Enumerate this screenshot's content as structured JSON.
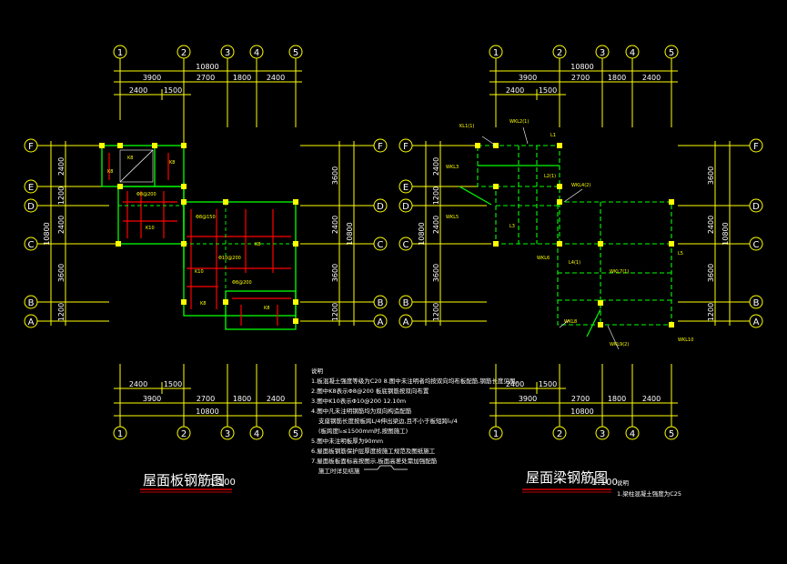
{
  "colors": {
    "background": "#000000",
    "grid": "#ffff00",
    "wall": "#00ff00",
    "rebar": "#ff0000",
    "text": "#ffffff",
    "title_underline": "#ff0000"
  },
  "left": {
    "title": "屋面板钢筋图",
    "scale": "1:100",
    "top_axes": [
      "1",
      "2",
      "3",
      "4",
      "5"
    ],
    "bottom_axes": [
      "1",
      "2",
      "3",
      "4",
      "5"
    ],
    "left_axes": [
      "F",
      "E",
      "D",
      "C",
      "B",
      "A"
    ],
    "right_axes": [
      "F",
      "D",
      "C",
      "B",
      "A"
    ],
    "dim_total": "10800",
    "dim_main": [
      "3900",
      "2700",
      "1800",
      "2400"
    ],
    "dim_sub": [
      "2400",
      "1500"
    ],
    "vdim_left": [
      "2400",
      "1200",
      "2400",
      "3600",
      "1200"
    ],
    "vdim_left_total": "10800",
    "vdim_right": [
      "3600",
      "2400",
      "3600",
      "1200"
    ],
    "vdim_right_total": "10800"
  },
  "right": {
    "title": "屋面梁钢筋图",
    "scale": "1:100",
    "note_title": "说明",
    "note_1": "1.梁柱混凝土强度为C25",
    "top_axes": [
      "1",
      "2",
      "3",
      "4",
      "5"
    ],
    "bottom_axes": [
      "1",
      "2",
      "3",
      "4",
      "5"
    ],
    "left_axes": [
      "F",
      "E",
      "D",
      "C",
      "B",
      "A"
    ],
    "right_axes": [
      "F",
      "D",
      "C",
      "B",
      "A"
    ],
    "dim_total": "10800",
    "dim_main": [
      "3900",
      "2700",
      "1800",
      "2400"
    ],
    "dim_sub": [
      "2400",
      "1500"
    ],
    "vdim_left": [
      "2400",
      "1200",
      "2400",
      "3600",
      "1200"
    ],
    "vdim_left_total": "10800",
    "vdim_right": [
      "3600",
      "2400",
      "3600",
      "1200"
    ],
    "vdim_right_total": "10800"
  },
  "notes": {
    "title": "说明",
    "line1": "1.板混凝土强度等级为C20  8.图中未注明者均按双向均布板配筋,钢筋长度见图。",
    "line2": "2.图中K8表示Φ8@200  板底钢筋按双向布置",
    "line3": "3.图中K10表示Φ10@200   12.10m",
    "line4": "4.图中凡未注明钢筋均为双向构造配筋",
    "line4a": "支座钢筋长度按板跨L/4伸出梁边,且不小于板短跨l₀/4",
    "line4b": "(板跨度l₀≤1500mm时,按图施工)",
    "line5": "5.图中未注明板厚为90mm",
    "line6": "6.屋面板钢筋保护层厚度按施工规范及图纸施工",
    "line7": "7.屋面板板面标高按图示,板面高差处需加强配筋",
    "line7a": "施工时详见结施"
  }
}
